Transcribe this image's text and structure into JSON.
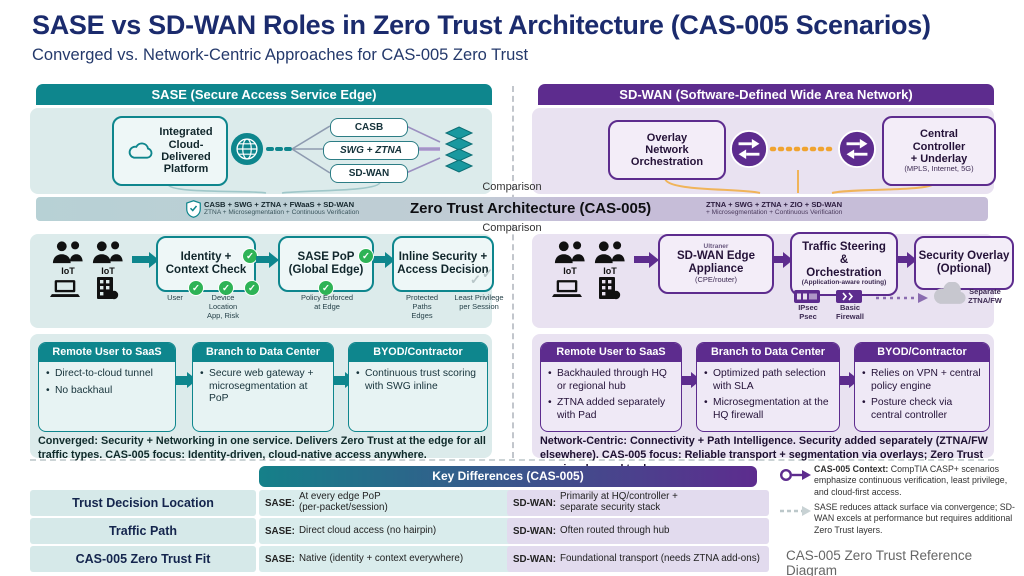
{
  "icons": {
    "check": "✓"
  },
  "page": {
    "title": "SASE vs SD-WAN Roles in Zero Trust Architecture (CAS-005 Scenarios)",
    "subtitle": "Converged vs. Network-Centric Approaches for CAS-005 Zero Trust"
  },
  "comparison": {
    "top": "Comparison",
    "bottom": "Comparison"
  },
  "band": {
    "sase_line1": "CASB + SWG + ZTNA + FWaaS + SD-WAN",
    "sase_line2": "ZTNA + Microsegmentation + Continuous Verification",
    "title": "Zero Trust Architecture (CAS-005)",
    "sdwan_line1": "ZTNA + SWG + ZTNA + ZIO + SD-WAN",
    "sdwan_line2": "+ Microsegmentation + Continuous Verification"
  },
  "sase": {
    "header": "SASE (Secure Access Service Edge)",
    "platform": "Integrated\nCloud-\nDelivered\nPlatform",
    "services": [
      "CASB",
      "SWG + ZTNA",
      "SD-WAN"
    ],
    "flow": {
      "iot": "IoT",
      "steps": [
        {
          "title": "Identity +\nContext Check",
          "notes": [
            "User",
            "Device\nLocation\nApp, Risk"
          ]
        },
        {
          "title": "SASE PoP\n(Global Edge)",
          "notes": [
            "Policy Enforced\nat Edge"
          ]
        },
        {
          "title": "Inline Security +\nAccess Decision",
          "notes": [
            "Protected\nPaths\nEdges",
            "Least Privilege\nper Session"
          ]
        }
      ]
    },
    "scenarios": [
      {
        "title": "Remote User to SaaS",
        "bullets": [
          "Direct-to-cloud tunnel",
          "No backhaul"
        ]
      },
      {
        "title": "Branch to Data Center",
        "bullets": [
          "Secure web gateway + microsegmentation at PoP"
        ]
      },
      {
        "title": "BYOD/Contractor",
        "bullets": [
          "Continuous trust scoring with SWG inline"
        ]
      }
    ],
    "footer": "Converged: Security + Networking in one service. Delivers Zero Trust at the edge for all traffic types. CAS-005 focus: Identity-driven, cloud-native access anywhere."
  },
  "sdwan": {
    "header": "SD-WAN (Software-Defined Wide Area Network)",
    "overlay_box": "Overlay\nNetwork\nOrchestration",
    "controller_box": "Central\nController\n+ Underlay",
    "controller_sub": "(MPLS, Internet, 5G)",
    "flow": {
      "iot": "IoT",
      "steps": [
        {
          "top": "Ultraner",
          "title": "SD-WAN Edge\nAppliance",
          "sub": "(CPE/router)"
        },
        {
          "title": "Traffic Steering\n&\nOrchestration",
          "sub": "(Application-aware routing)"
        },
        {
          "title": "Security Overlay\n(Optional)"
        }
      ],
      "badge1": "IPsec\nPsec",
      "badge2": "Basic\nFirewall",
      "cloud_label": "Separate\nZTNA/FW"
    },
    "scenarios": [
      {
        "title": "Remote User to SaaS",
        "bullets": [
          "Backhauled through HQ or regional hub",
          "ZTNA added separately with Pad"
        ]
      },
      {
        "title": "Branch to Data Center",
        "bullets": [
          "Optimized path selection with SLA",
          "Microsegmentation at the HQ firewall"
        ]
      },
      {
        "title": "BYOD/Contractor",
        "bullets": [
          "Relies on VPN + central policy engine",
          "Posture check via central controller"
        ]
      }
    ],
    "footer": "Network-Centric: Connectivity + Path Intelligence. Security added separately (ZTNA/FW elsewhere). CAS-005 focus: Reliable transport + segmentation via overlays; Zero Trust requires layered tools."
  },
  "key_differences": {
    "header": "Key Differences (CAS-005)",
    "sase_prefix": "SASE:",
    "sdwan_prefix": "SD-WAN:",
    "rows": [
      {
        "label": "Trust Decision Location",
        "sase": "At every edge PoP\n(per-packet/session)",
        "sdwan": "Primarily at HQ/controller +\nseparate security stack"
      },
      {
        "label": "Traffic Path",
        "sase": "Direct cloud access (no hairpin)",
        "sdwan": "Often routed through hub"
      },
      {
        "label": "CAS-005 Zero Trust Fit",
        "sase": "Native (identity + context everywhere)",
        "sdwan": "Foundational transport (needs ZTNA add-ons)"
      }
    ]
  },
  "legend": {
    "item1_lead": "CAS-005 Context:",
    "item1_rest": " CompTIA CASP+ scenarios emphasize continuous verification, least privilege, and cloud-first access.",
    "item2": "SASE reduces attack surface via convergence; SD-WAN excels at performance but requires additional Zero Trust layers.",
    "caption": "CAS-005 Zero Trust Reference Diagram"
  }
}
